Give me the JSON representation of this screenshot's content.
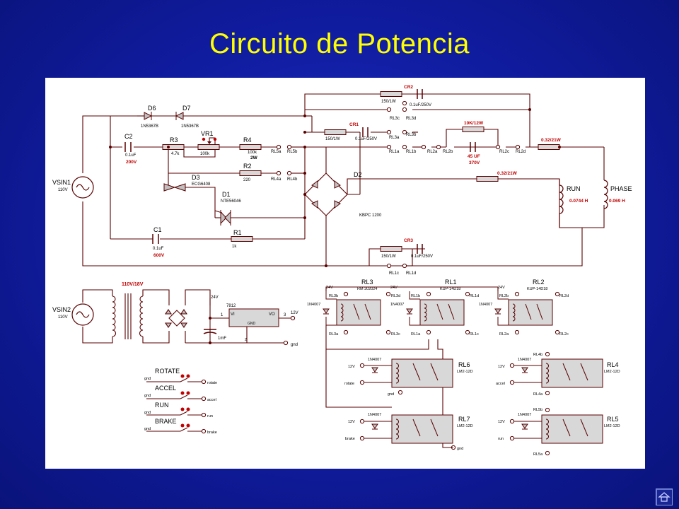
{
  "slide": {
    "title": "Circuito de Potencia",
    "nav_icon": "home-icon"
  },
  "colors": {
    "background": "#0f1b9c",
    "title": "#ffff00",
    "wire": "#5a0000",
    "node_fill": "#ffffff",
    "component_fill": "#d8d8d8",
    "value_red": "#c00000"
  },
  "schematic": {
    "power": {
      "source1": {
        "name": "VSIN1",
        "value": "110V"
      },
      "d6": {
        "name": "D6",
        "part": "1N5367B"
      },
      "d7": {
        "name": "D7",
        "part": "1N5367B"
      },
      "c2": {
        "name": "C2",
        "value": "0.1uF",
        "rating": "200V"
      },
      "r3": {
        "name": "R3",
        "value": "4.7k"
      },
      "vr1": {
        "name": "VR1",
        "value": "100k"
      },
      "r4": {
        "name": "R4",
        "value": "100k",
        "rating": "2W"
      },
      "r2": {
        "name": "R2",
        "value": "220"
      },
      "d3": {
        "name": "D3",
        "part": "ECG6408"
      },
      "d1": {
        "name": "D1",
        "part": "NTE56046"
      },
      "c1": {
        "name": "C1",
        "value": "0.1uF",
        "rating": "600V"
      },
      "r1": {
        "name": "R1",
        "value": "1k"
      },
      "d2": {
        "name": "D2",
        "part": "KBPC 1200"
      },
      "cr1": {
        "name": "CR1",
        "r": "150/1W",
        "c": "0.1uF/250V"
      },
      "cr2": {
        "name": "CR2",
        "r": "150/1W",
        "c": "0.1uF/250V"
      },
      "cr3": {
        "name": "CR3",
        "r": "150/1W",
        "c": "0.1uF/250V"
      },
      "r_10k": "10K/12W",
      "cap45": {
        "value": "45 UF",
        "rating": "370V"
      },
      "r_run": "0.32/21W",
      "r_phase": "0.32/21W",
      "run": {
        "name": "RUN",
        "value": "0.0744 H"
      },
      "phase": {
        "name": "PHASE",
        "value": "0.069 H"
      },
      "contacts": [
        "RL5a",
        "RL5b",
        "RL4a",
        "RL4b",
        "RL3a",
        "RL3b",
        "RL3c",
        "RL3d",
        "RL1a",
        "RL1b",
        "RL2a",
        "RL2b",
        "RL2c",
        "RL2d",
        "RL1c",
        "RL1d"
      ]
    },
    "control": {
      "source2": {
        "name": "VSIN2",
        "value": "110V"
      },
      "transformer": "110V/18V",
      "vreg": {
        "name": "7812",
        "pin1": "1",
        "pin2": "2",
        "pin3": "3",
        "vi": "VI",
        "vo": "VO",
        "gnd": "GND"
      },
      "cap": "1mF",
      "v24": "24V",
      "v12": "12V",
      "gnd": "gnd",
      "switches": [
        {
          "label": "ROTATE",
          "gnd": "gnd",
          "out": "rotate"
        },
        {
          "label": "ACCEL",
          "gnd": "gnd",
          "out": "accel"
        },
        {
          "label": "RUN",
          "gnd": "gnd",
          "out": "run"
        },
        {
          "label": "BRAKE",
          "gnd": "gnd",
          "out": "brake"
        }
      ],
      "relays_top": [
        {
          "name": "RL3",
          "part": "RM 302024",
          "diode": "1N4007",
          "v": "24V",
          "c1": "RL3b",
          "c2": "RL3d",
          "c3": "RL3a",
          "c4": "RL3c"
        },
        {
          "name": "RL1",
          "part": "KUP-14D18",
          "diode": "1N4007",
          "v": "24V",
          "c1": "RL1b",
          "c2": "RL1d",
          "c3": "RL1a",
          "c4": "RL1c"
        },
        {
          "name": "RL2",
          "part": "KUP-14D18",
          "diode": "1N4007",
          "v": "24V",
          "c1": "RL2b",
          "c2": "RL2d",
          "c3": "RL2a",
          "c4": "RL2c"
        }
      ],
      "relays_bottom": [
        {
          "name": "RL6",
          "part": "LM2-12D",
          "diode": "1N4007",
          "v": "12V",
          "in": "rotate",
          "gnd": "gnd"
        },
        {
          "name": "RL4",
          "part": "LM2-12D",
          "diode": "1N4007",
          "v": "12V",
          "in": "accel",
          "ca": "RL4b",
          "cb": "RL4a"
        },
        {
          "name": "RL7",
          "part": "LM2-12D",
          "diode": "1N4007",
          "v": "12V",
          "in": "brake",
          "gnd": "gnd"
        },
        {
          "name": "RL5",
          "part": "LM2-12D",
          "diode": "1N4007",
          "v": "12V",
          "in": "run",
          "ca": "RL5b",
          "cb": "RL5a"
        }
      ]
    }
  }
}
